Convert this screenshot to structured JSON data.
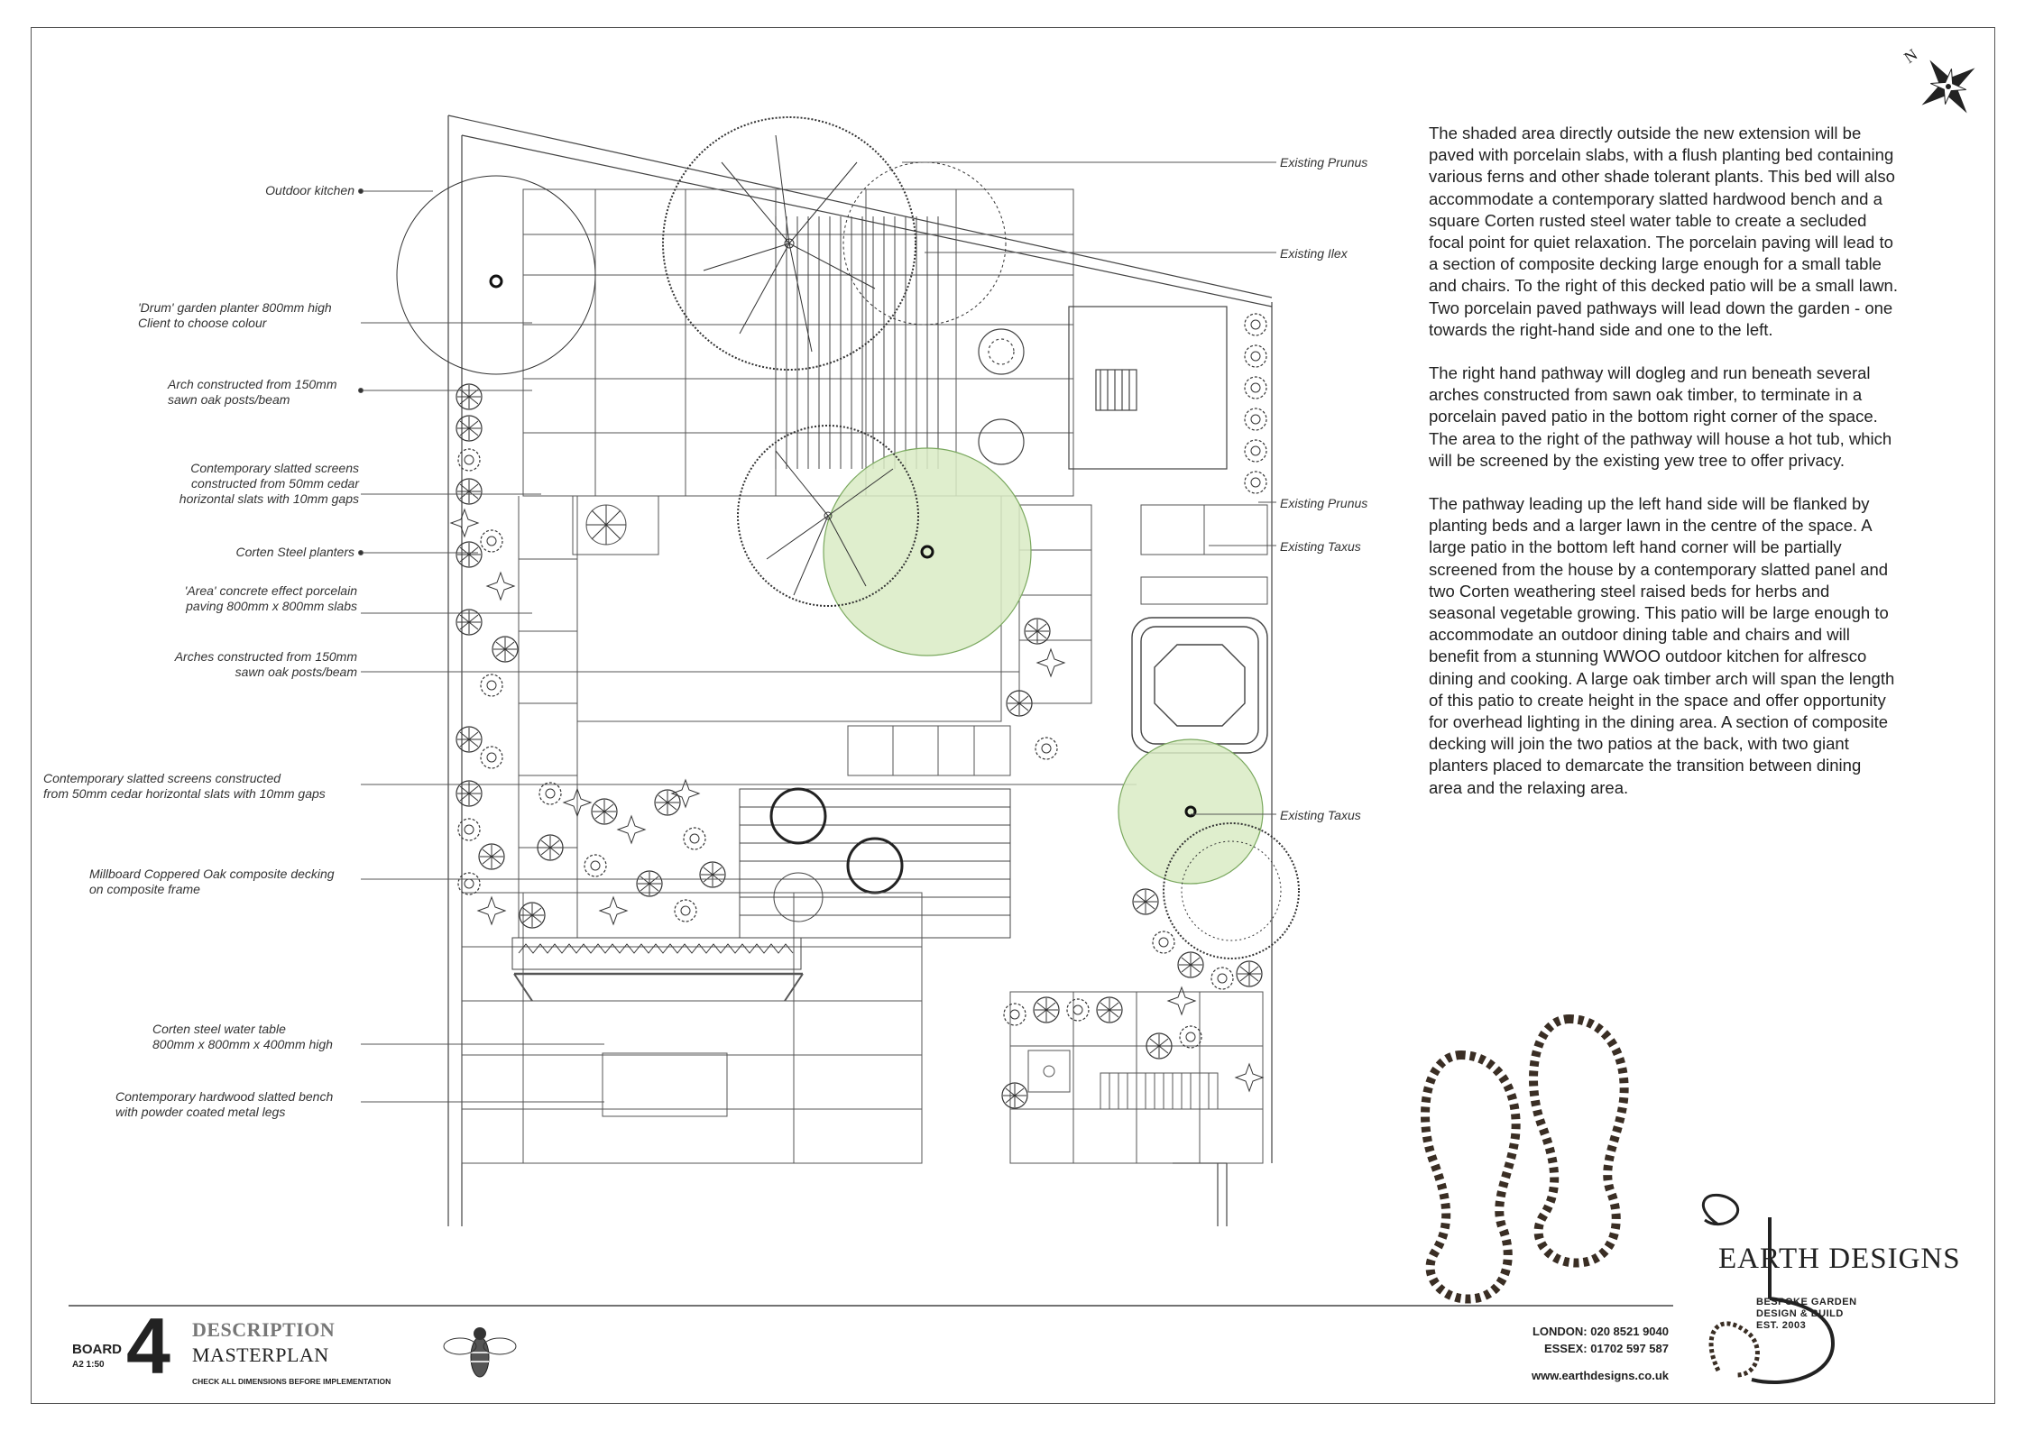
{
  "labels_left": [
    {
      "id": "outdoor-kitchen",
      "lines": [
        "Outdoor kitchen"
      ]
    },
    {
      "id": "drum-planter",
      "lines": [
        "'Drum' garden planter 800mm high",
        "Client to choose colour"
      ]
    },
    {
      "id": "arch-oak",
      "lines": [
        "Arch constructed from 150mm",
        "sawn oak posts/beam"
      ]
    },
    {
      "id": "slatted-screens-1",
      "lines": [
        "Contemporary slatted screens",
        "constructed from 50mm cedar",
        "horizontal slats with 10mm gaps"
      ]
    },
    {
      "id": "corten-planters",
      "lines": [
        "Corten Steel planters"
      ]
    },
    {
      "id": "area-paving",
      "lines": [
        "'Area' concrete effect porcelain",
        "paving 800mm x 800mm slabs"
      ]
    },
    {
      "id": "arches-oak",
      "lines": [
        "Arches constructed from 150mm",
        "sawn oak posts/beam"
      ]
    },
    {
      "id": "slatted-screens-2",
      "lines": [
        "Contemporary slatted screens constructed",
        "from 50mm cedar horizontal slats with 10mm gaps"
      ]
    },
    {
      "id": "millboard-decking",
      "lines": [
        "Millboard Coppered Oak composite decking",
        "on composite frame"
      ]
    },
    {
      "id": "water-table",
      "lines": [
        "Corten steel water table",
        "800mm x 800mm x 400mm high"
      ]
    },
    {
      "id": "hardwood-bench",
      "lines": [
        "Contemporary hardwood slatted bench",
        "with powder coated metal legs"
      ]
    }
  ],
  "labels_right": [
    {
      "id": "prunus-1",
      "text": "Existing Prunus"
    },
    {
      "id": "ilex",
      "text": "Existing Ilex"
    },
    {
      "id": "prunus-2",
      "text": "Existing Prunus"
    },
    {
      "id": "taxus-1",
      "text": "Existing Taxus"
    },
    {
      "id": "taxus-2",
      "text": "Existing Taxus"
    }
  ],
  "description": [
    "The shaded area directly outside the new extension will be paved with porcelain slabs, with a flush planting bed containing various ferns and other shade tolerant plants. This bed will also accommodate a contemporary slatted hardwood bench and a square Corten rusted steel water table to create a secluded focal point for quiet relaxation. The porcelain paving will lead to a section of composite decking large enough for a small table and chairs. To the right of this decked patio will be a small lawn. Two porcelain paved pathways will lead down the garden - one towards the right-hand side and one to the left.",
    "The right hand pathway will dogleg and run beneath several arches constructed from sawn oak timber, to terminate in a porcelain paved patio in the bottom right corner of the space. The area to the right of the pathway will house a hot tub, which will be screened by the existing yew tree to offer privacy.",
    "The pathway leading up the left hand side will be flanked by planting beds and a larger lawn in the centre of the space. A large patio in the bottom left hand corner will be partially screened from the house by a contemporary slatted panel and two Corten weathering steel raised beds for herbs and seasonal vegetable growing. This patio will be large enough to accommodate an outdoor dining table and chairs and will benefit from a stunning WWOO outdoor kitchen for alfresco dining and cooking. A large oak timber arch will span the length of this patio to create height in the space and offer opportunity for overhead lighting in the dining area. A section of composite decking will join the two patios at the back, with two giant planters placed to demarcate the transition between dining area and the relaxing area."
  ],
  "title_block": {
    "board_word": "BOARD",
    "scale": "A2 1:50",
    "board_number": "4",
    "title": "DESCRIPTION",
    "subtitle": "MASTERPLAN",
    "check": "CHECK ALL DIMENSIONS BEFORE IMPLEMENTATION",
    "london": "LONDON: 020 8521 9040",
    "essex": "ESSEX: 01702 597 587",
    "website": "www.earthdesigns.co.uk"
  },
  "logo": {
    "name": "EARTH DESIGNS",
    "tagline_1": "BESPOKE GARDEN",
    "tagline_2": "DESIGN & BUILD",
    "est": "EST. 2003"
  },
  "compass": {
    "north_label": "N"
  },
  "colors": {
    "existing_tree_fill": "#d9ebc4",
    "line": "#333333"
  }
}
